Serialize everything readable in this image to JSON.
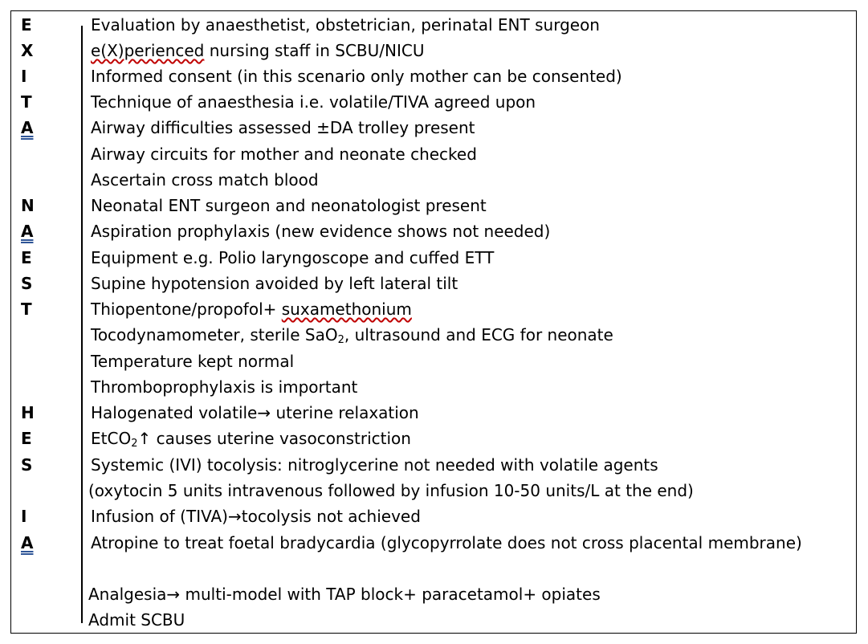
{
  "rows": [
    {
      "letter": "E",
      "text": "Evaluation by anaesthetist, obstetrician, perinatal ENT surgeon"
    },
    {
      "letter": "X",
      "text_a": "e(X)perienced",
      "text_b": " nursing staff in SCBU/NICU"
    },
    {
      "letter": "I",
      "text": "Informed consent (in this scenario only mother can be consented)"
    },
    {
      "letter": "T",
      "text": "Technique of anaesthesia i.e. volatile/TIVA agreed upon"
    },
    {
      "letter": "A",
      "text": "Airway difficulties assessed ±DA trolley present"
    },
    {
      "letter": "",
      "text": "Airway circuits for mother and neonate checked"
    },
    {
      "letter": "",
      "text": "Ascertain cross match blood"
    },
    {
      "letter": "N",
      "text": "Neonatal ENT surgeon and neonatologist present"
    },
    {
      "letter": "A",
      "text": "Aspiration prophylaxis (new evidence shows not needed)"
    },
    {
      "letter": "E",
      "text": "Equipment e.g. Polio laryngoscope and cuffed ETT"
    },
    {
      "letter": "S",
      "text": "Supine hypotension avoided by left lateral tilt"
    },
    {
      "letter": "T",
      "text_a": "Thiopentone/propofol+ ",
      "text_b": "suxamethonium"
    },
    {
      "letter": "",
      "text_a": "Tocodynamometer, sterile SaO",
      "sub": "2",
      "text_b": ", ultrasound and ECG for neonate"
    },
    {
      "letter": "",
      "text": "Temperature kept normal"
    },
    {
      "letter": "",
      "text": "Thromboprophylaxis is important"
    },
    {
      "letter": "H",
      "text": "Halogenated volatile→ uterine relaxation"
    },
    {
      "letter": "E",
      "text_a": "EtCO",
      "sub": "2",
      "text_b": "↑ causes uterine vasoconstriction"
    },
    {
      "letter": "S",
      "text": "Systemic (IVI) tocolysis: nitroglycerine not needed with volatile agents"
    },
    {
      "letter": "",
      "text": "(oxytocin 5 units intravenous followed by infusion 10-50 units/L at the end)"
    },
    {
      "letter": "I",
      "text": "Infusion of (TIVA)→tocolysis not achieved"
    },
    {
      "letter": "A",
      "text": "Atropine to treat foetal bradycardia (glycopyrrolate does not cross placental membrane)"
    },
    {
      "letter": "",
      "text": ""
    },
    {
      "letter": "",
      "text": "Analgesia→ multi-model with TAP block+ paracetamol+ opiates"
    },
    {
      "letter": "",
      "text": "Admit SCBU"
    }
  ]
}
